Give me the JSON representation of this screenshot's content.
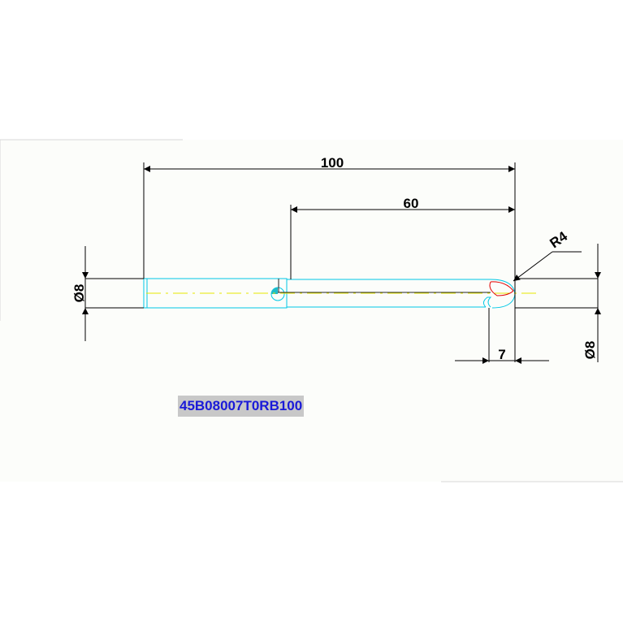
{
  "drawing": {
    "dimensions": {
      "overall_length": "100",
      "shank_length": "60",
      "tip_length": "7",
      "radius": "R4",
      "shank_diameter": "Ø8",
      "tip_diameter": "Ø8"
    },
    "part_number": "45B08007T0RB100"
  },
  "colors": {
    "background": "#ffffff",
    "sheet": "#fcfdfa",
    "dimension_lines": "#000000",
    "part_outline": "#00c8e6",
    "center_line": "#e6e600",
    "radius_arc": "#e00000",
    "label_text": "#1a1ad8",
    "label_background": "#c8c8c8"
  }
}
